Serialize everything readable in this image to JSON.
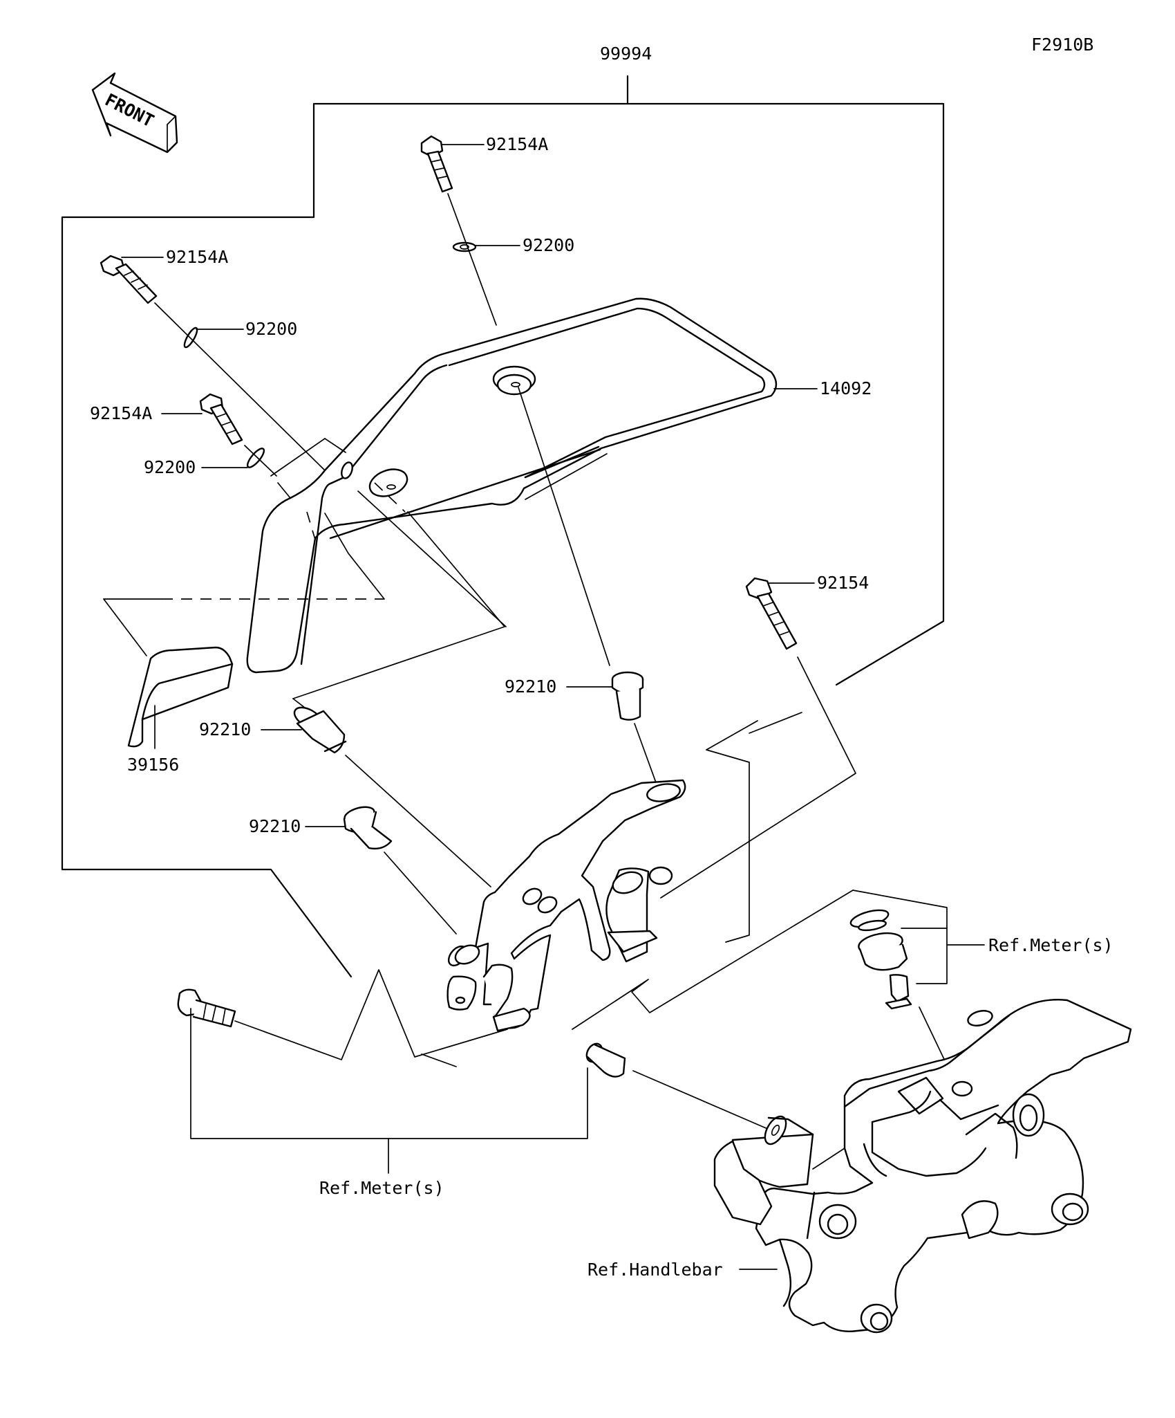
{
  "figure_code": "F2910B",
  "front_label": "FRONT",
  "labels": {
    "kit": "99994",
    "bolt_a_top": "92154A",
    "washer_top": "92200",
    "bolt_a_left": "92154A",
    "washer_left": "92200",
    "bolt_a_mid": "92154A",
    "washer_mid": "92200",
    "windshield": "14092",
    "bolt": "92154",
    "collar_right": "92210",
    "collar_left": "92210",
    "collar_bottom": "92210",
    "pad": "39156",
    "ref_meter_right": "Ref.Meter(s)",
    "ref_meter_bottom": "Ref.Meter(s)",
    "ref_handlebar": "Ref.Handlebar"
  },
  "colors": {
    "line": "#000000",
    "background": "#ffffff"
  }
}
